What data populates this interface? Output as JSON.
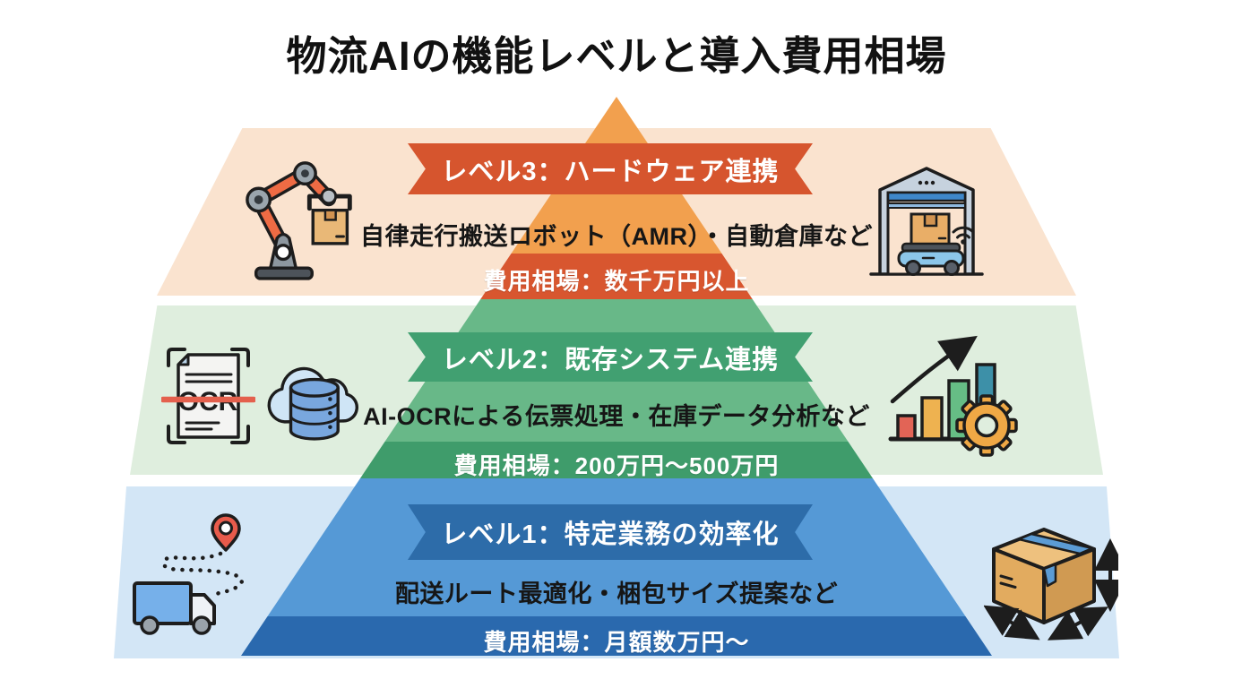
{
  "title": "物流AIの機能レベルと導入費用相場",
  "colors": {
    "background": "#ffffff",
    "title_text": "#111111",
    "level3": {
      "band": "#fae3cf",
      "pyramid": "#f2a04e",
      "ribbon": "#d6552e",
      "cost_band": "#d8562f"
    },
    "level2": {
      "band": "#dfeede",
      "pyramid": "#68b888",
      "ribbon": "#41a071",
      "cost_band": "#3f9c6b"
    },
    "level1": {
      "band": "#d3e6f6",
      "pyramid": "#5599d6",
      "ribbon": "#2d6ca9",
      "cost_band": "#2a69ae"
    }
  },
  "levels": [
    {
      "id": "level-3",
      "ribbon_label": "レベル3：ハードウェア連携",
      "description": "自律走行搬送ロボット（AMR）・自動倉庫など",
      "cost_label": "費用相場：数千万円以上",
      "icons_left": [
        "robot-arm-icon"
      ],
      "icons_right": [
        "automated-warehouse-icon"
      ]
    },
    {
      "id": "level-2",
      "ribbon_label": "レベル2：既存システム連携",
      "description": "AI-OCRによる伝票処理・在庫データ分析など",
      "cost_label": "費用相場：200万円〜500万円",
      "icons_left": [
        "ocr-document-icon",
        "cloud-database-icon"
      ],
      "icons_right": [
        "analytics-growth-gear-icon"
      ]
    },
    {
      "id": "level-1",
      "ribbon_label": "レベル1：特定業務の効率化",
      "description": "配送ルート最適化・梱包サイズ提案など",
      "cost_label": "費用相場：月額数万円〜",
      "icons_left": [
        "delivery-route-icon"
      ],
      "icons_right": [
        "package-size-icon"
      ]
    }
  ],
  "ocr_document_text": "OCR"
}
